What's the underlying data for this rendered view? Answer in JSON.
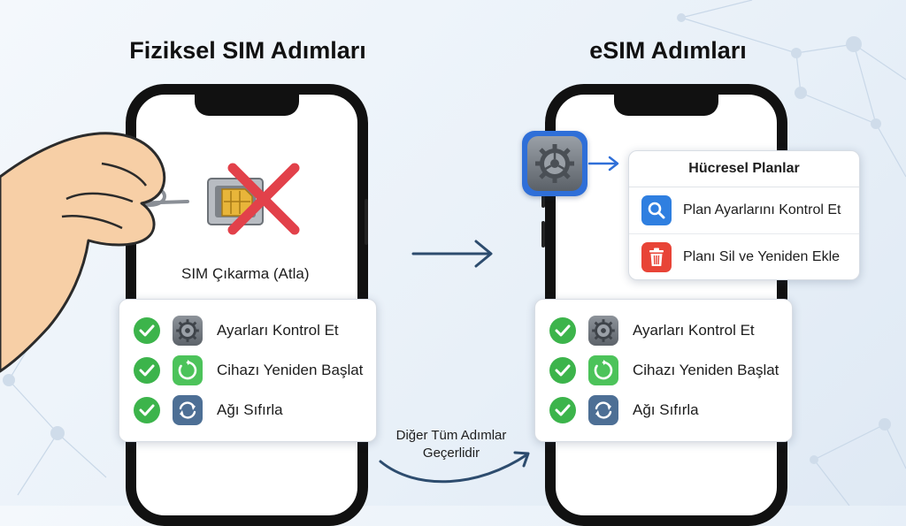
{
  "titles": {
    "physical": "Fiziksel SIM Adımları",
    "esim": "eSIM Adımları"
  },
  "physical": {
    "sim_caption": "SIM Çıkarma (Atla)",
    "steps": [
      {
        "label": "Ayarları Kontrol Et",
        "icon": "settings-gear-icon"
      },
      {
        "label": "Cihazı Yeniden Başlat",
        "icon": "restart-icon"
      },
      {
        "label": "Ağı Sıfırla",
        "icon": "network-reset-icon"
      }
    ]
  },
  "esim": {
    "plans_card": {
      "title": "Hücresel Planlar",
      "items": [
        {
          "label": "Plan Ayarlarını Kontrol Et",
          "icon": "search-icon"
        },
        {
          "label": "Planı Sil ve Yeniden Ekle",
          "icon": "trash-icon"
        }
      ]
    },
    "steps": [
      {
        "label": "Ayarları Kontrol Et",
        "icon": "settings-gear-icon"
      },
      {
        "label": "Cihazı Yeniden Başlat",
        "icon": "restart-icon"
      },
      {
        "label": "Ağı Sıfırla",
        "icon": "network-reset-icon"
      }
    ]
  },
  "connector": {
    "line1": "Diğer Tüm Adımlar",
    "line2": "Geçerlidir"
  },
  "colors": {
    "check_green": "#3cb44b",
    "restart_green": "#4cc35a",
    "network_blue": "#4d6f95",
    "search_blue": "#2f7fe0",
    "trash_red": "#e84437",
    "arrow_blue": "#2d4c6e",
    "cross_red": "#e2414a"
  }
}
